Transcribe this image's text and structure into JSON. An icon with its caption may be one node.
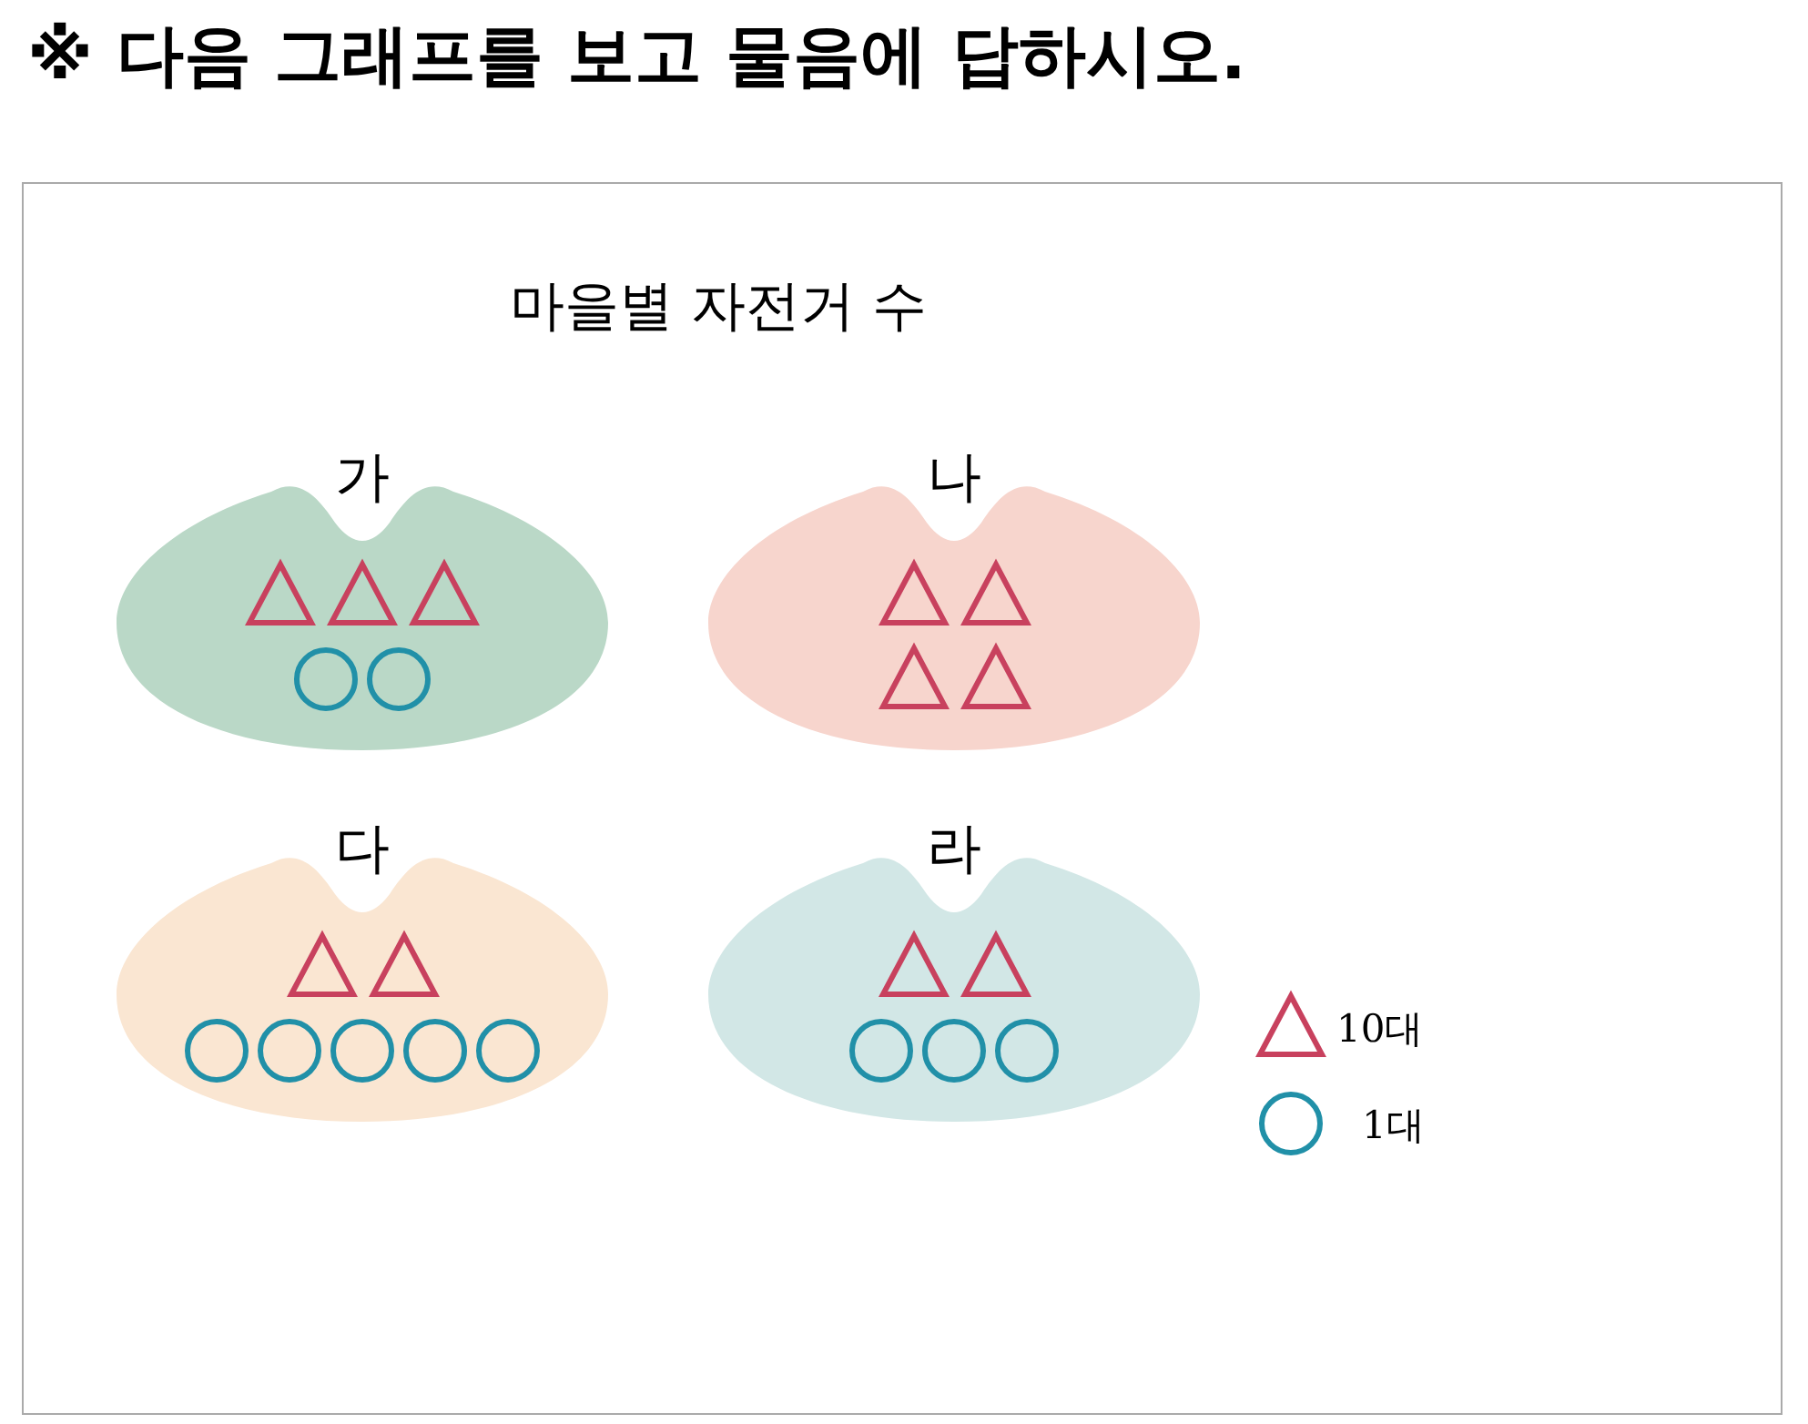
{
  "diagram": {
    "title": "※ 다음 그래프를 보고 물음에 답하시오.",
    "nodes": [
      {
        "text": [
          "가"
        ]
      },
      {
        "text": [],
        "shape": "triangle",
        "in": 0
      },
      {
        "text": [],
        "shape": "triangle",
        "in": 0
      },
      {
        "text": [],
        "shape": "triangle",
        "in": 0
      },
      {
        "text": [],
        "shape": "circle",
        "in": 0
      },
      {
        "text": [],
        "shape": "circle",
        "in": 0
      },
      {
        "text": [
          "나"
        ]
      },
      {
        "text": [],
        "shape": "triangle",
        "in": 6
      },
      {
        "text": [],
        "shape": "triangle",
        "in": 6
      },
      {
        "text": [],
        "shape": "triangle",
        "in": 6
      },
      {
        "text": [],
        "shape": "triangle",
        "in": 6
      },
      {
        "text": [
          "다"
        ]
      },
      {
        "text": [],
        "shape": "triangle",
        "in": 11
      },
      {
        "text": [],
        "shape": "triangle",
        "in": 11
      },
      {
        "text": [],
        "shape": "circle",
        "in": 11
      },
      {
        "text": [],
        "shape": "circle",
        "in": 11
      },
      {
        "text": [],
        "shape": "circle",
        "in": 11
      },
      {
        "text": [],
        "shape": "circle",
        "in": 11
      },
      {
        "text": [],
        "shape": "circle",
        "in": 11
      },
      {
        "text": [
          "라"
        ]
      },
      {
        "text": [],
        "shape": "triangle",
        "in": 19
      },
      {
        "text": [],
        "shape": "triangle",
        "in": 19
      },
      {
        "text": [],
        "shape": "circle",
        "in": 19
      },
      {
        "text": [],
        "shape": "circle",
        "in": 19
      },
      {
        "text": [],
        "shape": "circle",
        "in": 19
      }
    ],
    "labels": [
      "마을별 자전거 수"
    ],
    "legend": [
      {
        "text": "10대"
      },
      {
        "text": "1대"
      }
    ]
  }
}
